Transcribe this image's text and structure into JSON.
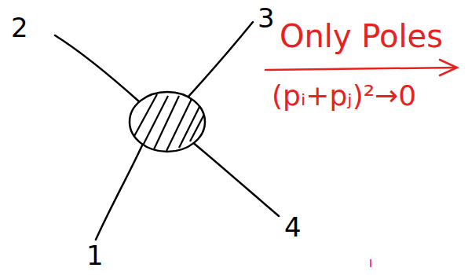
{
  "diagram": {
    "labels": [
      "2",
      "3",
      "1",
      "4",
      "Only Poles",
      "(pᵢ+pⱼ)²→0"
    ]
  }
}
